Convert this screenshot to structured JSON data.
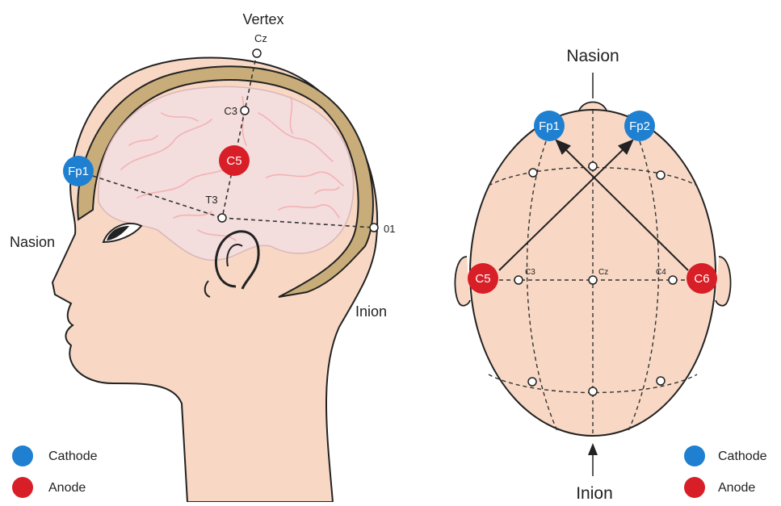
{
  "colors": {
    "cathode": "#1f7fd0",
    "anode": "#d81e27",
    "skin": "#f8d8c4",
    "skull": "#c8ad7a",
    "brain": "#f4dddd",
    "vessel": "#f3b2b4"
  },
  "side_view": {
    "vertex": "Vertex",
    "cz": "Cz",
    "c3": "C3",
    "t3": "T3",
    "o1": "01",
    "nasion": "Nasion",
    "inion": "Inion",
    "fp1": "Fp1",
    "c5": "C5"
  },
  "top_view": {
    "nasion": "Nasion",
    "inion": "Inion",
    "fp1": "Fp1",
    "fp2": "Fp2",
    "c5": "C5",
    "c6": "C6",
    "c3": "C3",
    "cz": "Cz",
    "c4": "C4"
  },
  "legend_left": {
    "cathode": "Cathode",
    "anode": "Anode"
  },
  "legend_right": {
    "cathode": "Cathode",
    "anode": "Anode"
  }
}
